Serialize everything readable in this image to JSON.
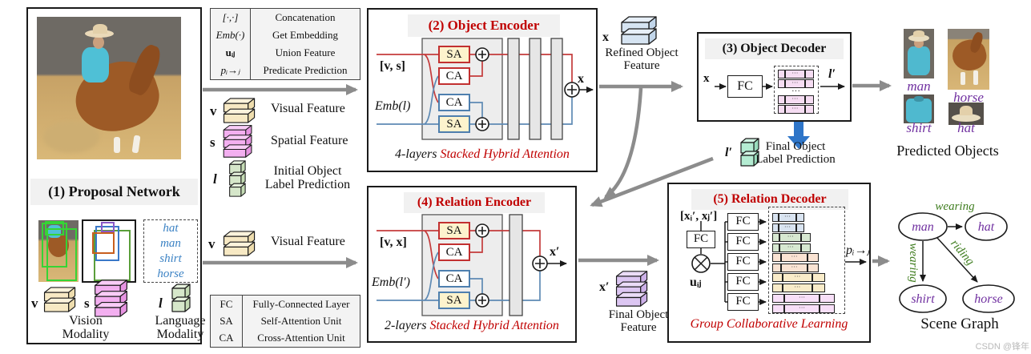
{
  "colors": {
    "accent_red": "#c00000",
    "arrow_gray": "#8c8c8c",
    "blue_arrow": "#2e75c8",
    "node_purple": "#7030a0",
    "edge_green": "#3f7d1f",
    "visual_tan": "#f7e9c4",
    "spatial_pink": "#f3aff0",
    "initial_label_green": "#d6e7ca",
    "refined_blue": "#d6e4f2",
    "final_label_mint": "#b4ecd2",
    "final_feature_purple": "#dcc6f2"
  },
  "notation_legend": {
    "rows": [
      {
        "sym": "[·,·]",
        "desc": "Concatenation"
      },
      {
        "sym": "Emb(·)",
        "desc": "Get Embedding"
      },
      {
        "sym": "uᵢⱼ",
        "desc": "Union Feature"
      },
      {
        "sym": "pᵢ→ⱼ",
        "desc": "Predicate Prediction"
      }
    ]
  },
  "feature_legend": {
    "visual": {
      "sym": "v",
      "label": "Visual Feature"
    },
    "spatial": {
      "sym": "s",
      "label": "Spatial Feature"
    },
    "initial": {
      "sym": "l",
      "label_line1": "Initial Object",
      "label_line2": "Label Prediction"
    }
  },
  "mid_feature": {
    "sym": "v",
    "label": "Visual Feature"
  },
  "unit_legend": {
    "rows": [
      {
        "sym": "FC",
        "desc": "Fully-Connected Layer"
      },
      {
        "sym": "SA",
        "desc": "Self-Attention Unit"
      },
      {
        "sym": "CA",
        "desc": "Cross-Attention Unit"
      }
    ]
  },
  "proposal": {
    "title": "(1) Proposal Network",
    "words": [
      "hat",
      "man",
      "shirt",
      "horse"
    ],
    "v_sym": "v",
    "s_sym": "s",
    "l_sym": "l",
    "vision_label_1": "Vision",
    "vision_label_2": "Modality",
    "language_label_1": "Language",
    "language_label_2": "Modality"
  },
  "object_encoder": {
    "title": "(2) Object Encoder",
    "input_top": "[v, s]",
    "input_bottom": "Emb(l)",
    "sa": "SA",
    "ca": "CA",
    "output": "x",
    "caption_black": "4-layers",
    "caption_red": "Stacked Hybrid Attention"
  },
  "refined_feature": {
    "sym": "x",
    "line1": "Refined Object",
    "line2": "Feature"
  },
  "object_decoder": {
    "title": "(3) Object Decoder",
    "input": "x",
    "fc": "FC",
    "output": "l′",
    "dots": "···"
  },
  "final_label": {
    "sym": "l′",
    "line1": "Final Object",
    "line2": "Label Prediction"
  },
  "predicted_objects": {
    "caption": "Predicted Objects",
    "labels": [
      "man",
      "horse",
      "shirt",
      "hat"
    ]
  },
  "relation_encoder": {
    "title": "(4) Relation Encoder",
    "input_top": "[v, x]",
    "input_bottom": "Emb(l′)",
    "sa": "SA",
    "ca": "CA",
    "output": "x′",
    "caption_black": "2-layers",
    "caption_red": "Stacked Hybrid Attention"
  },
  "final_feature": {
    "sym": "x′",
    "line1": "Final Object",
    "line2": "Feature"
  },
  "relation_decoder": {
    "title": "(5) Relation Decoder",
    "pair_input": "[xᵢ′, xⱼ′]",
    "fc": "FC",
    "union": "uᵢⱼ",
    "output": "pᵢ→ⱼ",
    "dots": "···",
    "caption": "Group Collaborative Learning"
  },
  "scene_graph": {
    "caption": "Scene Graph",
    "nodes": {
      "man": "man",
      "hat": "hat",
      "shirt": "shirt",
      "horse": "horse"
    },
    "edges": {
      "man_hat": "wearing",
      "man_shirt": "wearing",
      "man_horse": "riding"
    }
  },
  "watermark": "CSDN @锋年"
}
